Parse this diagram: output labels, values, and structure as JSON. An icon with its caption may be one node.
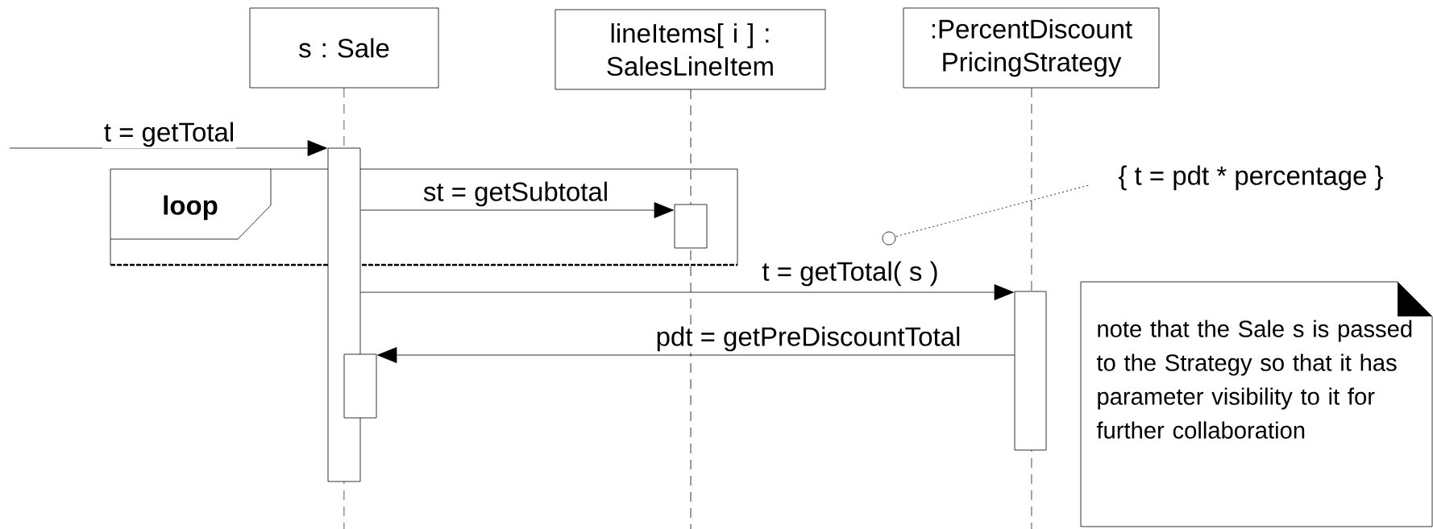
{
  "diagram": {
    "nodes": [
      {
        "text": [
          "s : Sale"
        ]
      },
      {
        "text": [
          "lineItems[ i ] : SalesLineItem"
        ]
      },
      {
        "text": [
          ":PercentDiscount PricingStrategy"
        ]
      },
      {
        "text": [
          "loop"
        ]
      },
      {
        "text": [],
        "shape": "bar"
      },
      {
        "text": [],
        "shape": "bar",
        "in": 3
      },
      {
        "text": [],
        "shape": "bar"
      },
      {
        "text": [],
        "shape": "bar"
      },
      {
        "text": [
          "{ t = pdt * percentage }"
        ]
      },
      {
        "text": [],
        "shape": "circle"
      },
      {
        "text": [
          "note that the Sale s is passed to the Strategy so that it has parameter visibility to it for further collaboration"
        ]
      }
    ],
    "edges": [
      {
        "from": null,
        "to": 4,
        "arrow": "to",
        "label": "t = getTotal"
      },
      {
        "from": 4,
        "to": 5,
        "arrow": "to",
        "label": "st = getSubtotal"
      },
      {
        "from": 4,
        "to": 6,
        "arrow": "to",
        "label": "t = getTotal( s )"
      },
      {
        "from": 6,
        "to": 7,
        "arrow": "to",
        "label": "pdt = getPreDiscountTotal"
      },
      {
        "from": 8,
        "to": 9,
        "arrow": "none",
        "style": "dashed"
      }
    ]
  }
}
